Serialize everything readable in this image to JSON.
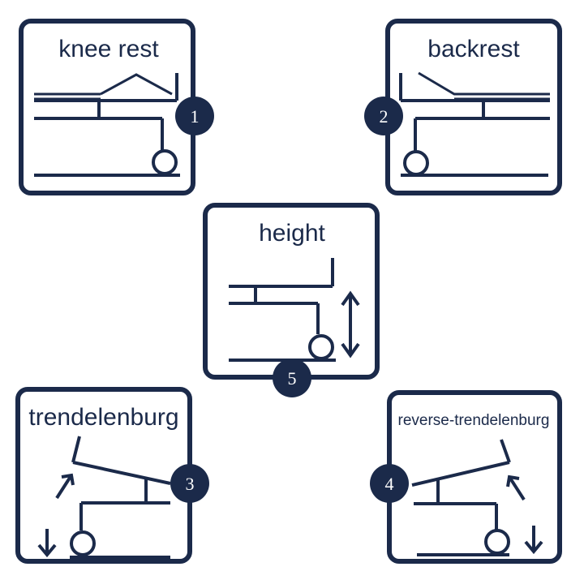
{
  "colors": {
    "navy": "#1b2a4a",
    "background": "#ffffff"
  },
  "panels": [
    {
      "id": "knee-rest",
      "label": "knee rest",
      "badge": "1"
    },
    {
      "id": "backrest",
      "label": "backrest",
      "badge": "2"
    },
    {
      "id": "height",
      "label": "height",
      "badge": "5"
    },
    {
      "id": "trendelenburg",
      "label": "trendelenburg",
      "badge": "3"
    },
    {
      "id": "reverse-trendelenburg",
      "label": "reverse-trendelenburg",
      "badge": "4"
    }
  ]
}
